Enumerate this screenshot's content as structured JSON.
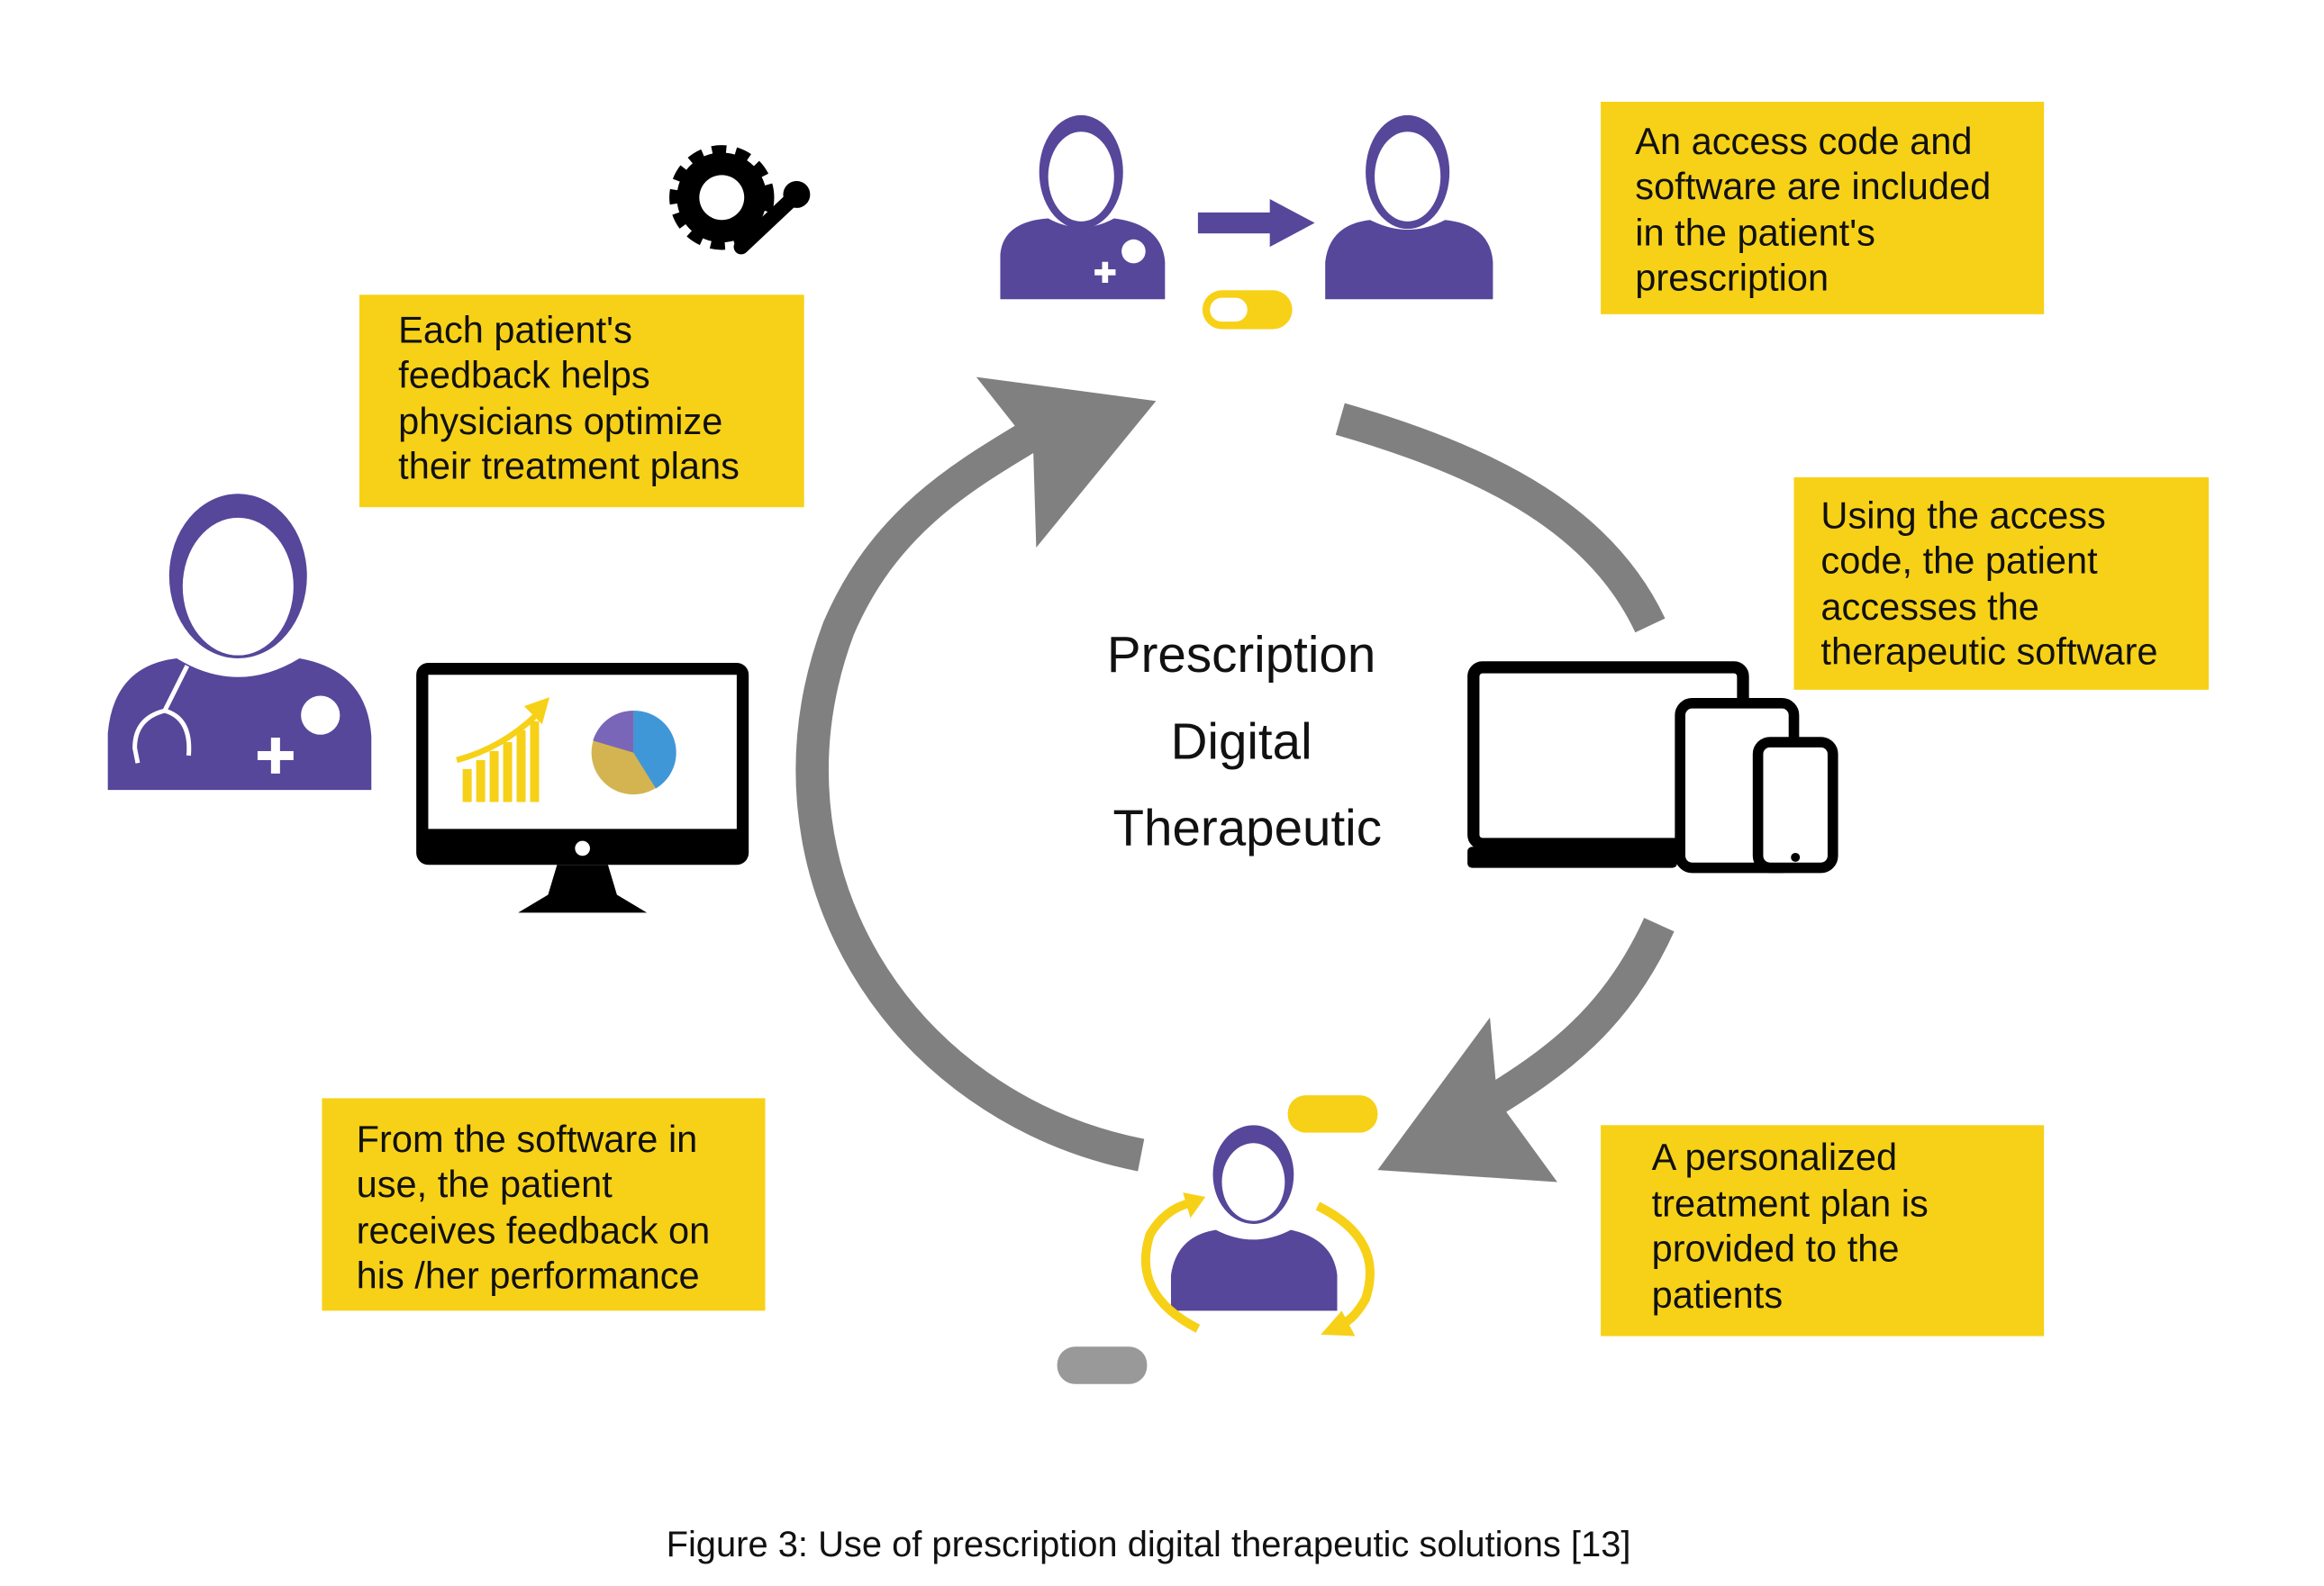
{
  "colors": {
    "purple": "#56479a",
    "yellow": "#f7d117",
    "gray": "#808080",
    "black": "#000000"
  },
  "center": {
    "lines": [
      "Prescription",
      "Digital",
      "Therapeutic"
    ]
  },
  "steps": [
    {
      "id": "prescription",
      "lines": [
        "An access code and",
        "software are included",
        "in the patient's",
        "prescription"
      ]
    },
    {
      "id": "access",
      "lines": [
        "Using the access",
        "code, the patient",
        "accesses the",
        "therapeutic software"
      ]
    },
    {
      "id": "plan",
      "lines": [
        "A personalized",
        "treatment plan is",
        "provided to the",
        "patients"
      ]
    },
    {
      "id": "feedback-patient",
      "lines": [
        "From the software in",
        "use, the patient",
        "receives feedback on",
        "his /her performance"
      ]
    },
    {
      "id": "feedback-physician",
      "lines": [
        "Each patient's",
        "feedback helps",
        "physicians optimize",
        "their treatment plans"
      ]
    }
  ],
  "caption": "Figure 3: Use of prescription digital therapeutic solutions [13]"
}
